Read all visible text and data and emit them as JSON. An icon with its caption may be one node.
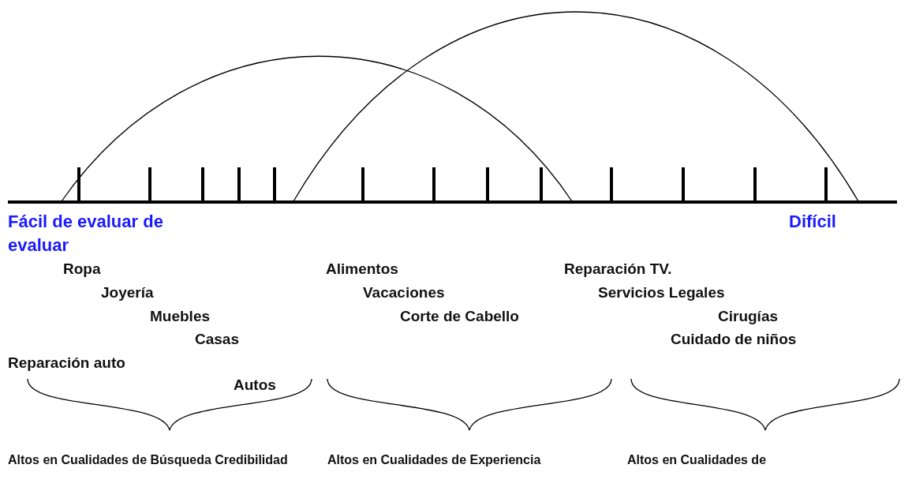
{
  "diagram": {
    "labels": [
      "Fácil de evaluar de evaluar",
      "Difícil",
      "Ropa",
      "Alimentos",
      "Reparación TV.",
      "Joyería",
      "Vacaciones",
      "Servicios Legales",
      "Muebles",
      "Corte de Cabello",
      "Cirugías",
      "Casas",
      "Cuidado de niños",
      "Reparación auto",
      "Autos",
      "Altos en Cualidades de Búsqueda Credibilidad",
      "Altos en Cualidades de Experiencia",
      "Altos en Cualidades de"
    ]
  }
}
